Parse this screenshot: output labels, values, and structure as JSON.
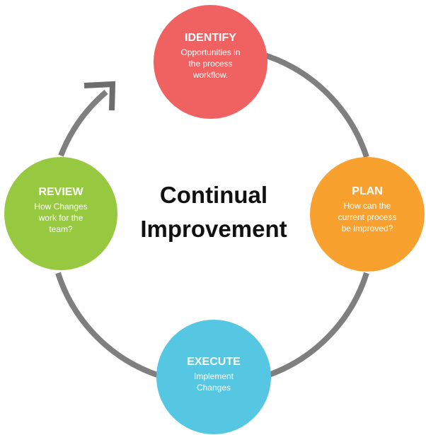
{
  "center": {
    "title": "Continual\nImprovement"
  },
  "nodes": [
    {
      "id": "identify",
      "title": "IDENTIFY",
      "description": "Opportunities in\nthe process\nworkflow.",
      "color": "#f06262"
    },
    {
      "id": "plan",
      "title": "PLAN",
      "description": "How can the\ncurrent process\nbe improved?",
      "color": "#f9a12e"
    },
    {
      "id": "execute",
      "title": "EXECUTE",
      "description": "Implement\nChanges",
      "color": "#55c7e2"
    },
    {
      "id": "review",
      "title": "REVIEW",
      "description": "How Changes\nwork for the\nteam?",
      "color": "#97c940"
    }
  ],
  "connector": {
    "color": "#7f7f7f",
    "arrowhead_color": "#6d6d6d"
  }
}
